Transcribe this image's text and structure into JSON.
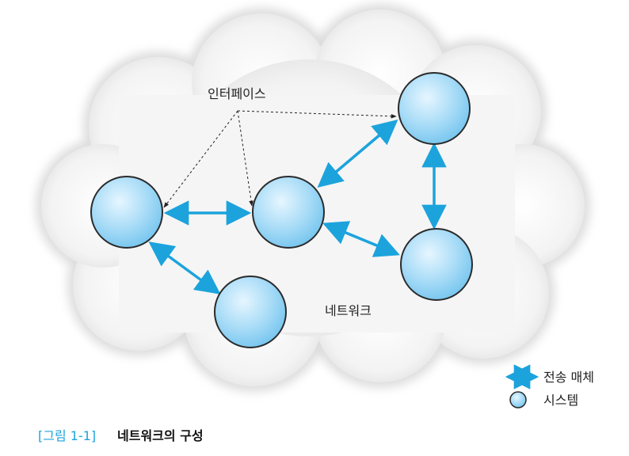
{
  "colors": {
    "accent": "#1ca3dc",
    "caption_prefix": "#1ca3dc",
    "cloud_fill": "#f0f0f0",
    "cloud_edge": "#d0d0d0",
    "node_fill": "#a9dcf7",
    "node_edge": "#2b2b2b",
    "dashed": "#222222"
  },
  "labels": {
    "interface": "인터페이스",
    "network": "네트워크"
  },
  "legend": {
    "medium": "전송 매체",
    "system": "시스템"
  },
  "caption": {
    "prefix": "[그림 1-1]",
    "title": "네트워크의 구성"
  },
  "icons": {
    "transmission_medium": "double-arrow-icon",
    "system": "sphere-node-icon"
  }
}
